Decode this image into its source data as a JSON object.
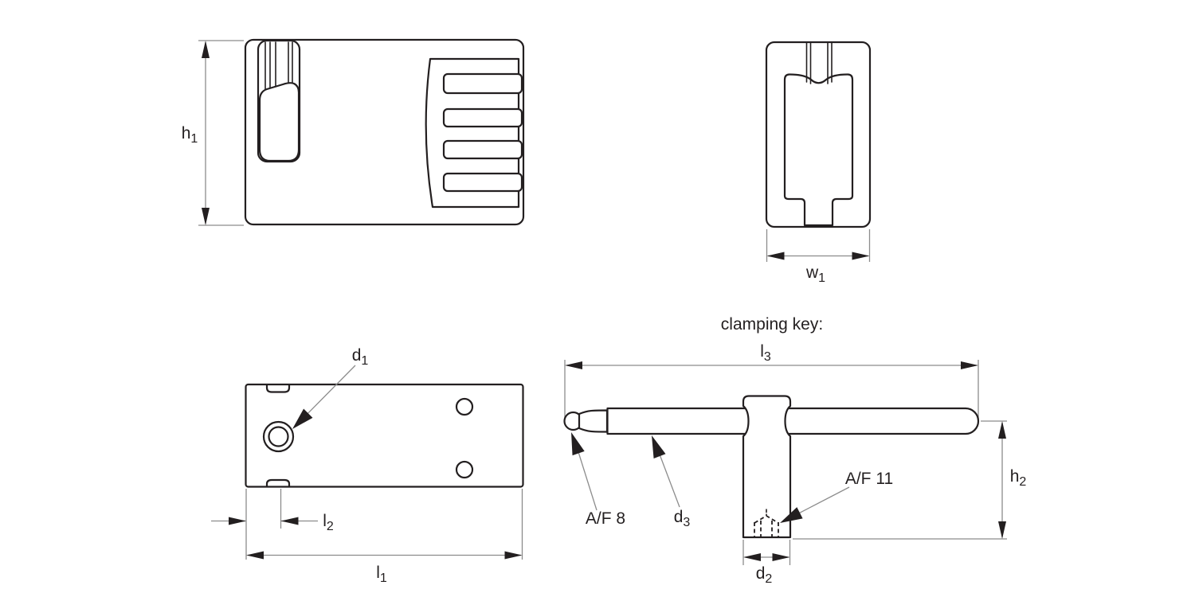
{
  "drawing_title": "clamping key:",
  "colors": {
    "background": "#ffffff",
    "outline": "#231f20",
    "dimension_lines": "#8c8c8c",
    "text": "#231f20"
  },
  "labels": {
    "h1": {
      "base": "h",
      "sub": "1"
    },
    "w1": {
      "base": "w",
      "sub": "1"
    },
    "d1": {
      "base": "d",
      "sub": "1"
    },
    "l1": {
      "base": "l",
      "sub": "1"
    },
    "l2": {
      "base": "l",
      "sub": "2"
    },
    "l3": {
      "base": "l",
      "sub": "3"
    },
    "h2": {
      "base": "h",
      "sub": "2"
    },
    "d2": {
      "base": "d",
      "sub": "2"
    },
    "d3": {
      "base": "d",
      "sub": "3"
    },
    "af8": {
      "text": "A/F 8"
    },
    "af11": {
      "text": "A/F 11"
    }
  }
}
